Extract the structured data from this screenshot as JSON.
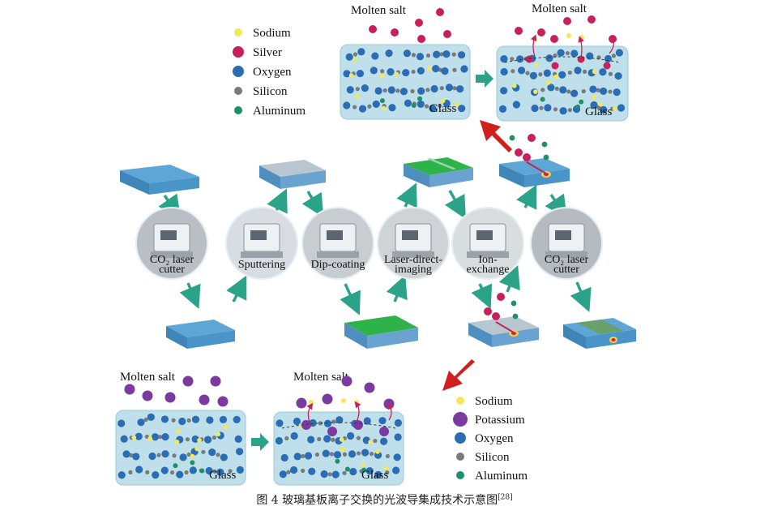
{
  "colors": {
    "sodium": "#f2e85a",
    "silver": "#c8205a",
    "oxygen": "#2a6db5",
    "silicon": "#7a7a7a",
    "aluminum": "#1f8f6a",
    "potassium": "#7a3aa0",
    "glass_fill": "#bfe0ea",
    "arrow_teal": "#2aa388",
    "arrow_red": "#d0201e",
    "slab_top": "#5ea6d6",
    "slab_side": "#3f86b8",
    "film_green": "#2db34a"
  },
  "legend_top": [
    {
      "name": "Sodium",
      "color_key": "sodium"
    },
    {
      "name": "Silver",
      "color_key": "silver"
    },
    {
      "name": "Oxygen",
      "color_key": "oxygen"
    },
    {
      "name": "Silicon",
      "color_key": "silicon"
    },
    {
      "name": "Aluminum",
      "color_key": "aluminum"
    }
  ],
  "legend_bottom": [
    {
      "name": "Sodium",
      "color_key": "sodium"
    },
    {
      "name": "Potassium",
      "color_key": "potassium"
    },
    {
      "name": "Oxygen",
      "color_key": "oxygen"
    },
    {
      "name": "Silicon",
      "color_key": "silicon"
    },
    {
      "name": "Aluminum",
      "color_key": "aluminum"
    }
  ],
  "panels": {
    "molten_salt": "Molten salt",
    "glass": "Glass"
  },
  "equipment": [
    {
      "label_lines": [
        "CO₂ laser",
        "cutter"
      ]
    },
    {
      "label_lines": [
        "Sputtering"
      ]
    },
    {
      "label_lines": [
        "Dip-coating"
      ]
    },
    {
      "label_lines": [
        "Laser-direct-",
        "imaging"
      ]
    },
    {
      "label_lines": [
        "Ion-",
        "exchange"
      ]
    },
    {
      "label_lines": [
        "CO₂ laser",
        "cutter"
      ]
    }
  ],
  "caption": {
    "text": "图 4   玻璃基板离子交换的光波导集成技术示意图",
    "ref": "[28]"
  }
}
